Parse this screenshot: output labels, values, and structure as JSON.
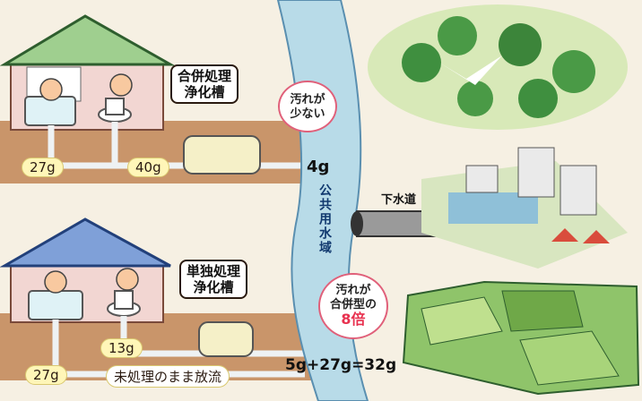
{
  "top_house": {
    "bath_value": "27g",
    "toilet_value": "40g",
    "tank_label_line1": "合併処理",
    "tank_label_line2": "浄化槽",
    "output_value": "4g"
  },
  "bottom_house": {
    "toilet_value": "13g",
    "bath_value": "27g",
    "tank_label_line1": "単独処理",
    "tank_label_line2": "浄化槽",
    "untreated_label": "未処理のまま放流",
    "output_equation": "5g+27g=32g"
  },
  "river_label": "公共用水域",
  "sewer_label": "下水道",
  "bubble_top": {
    "line1": "汚れが",
    "line2": "少ない"
  },
  "bubble_bottom": {
    "line1": "汚れが",
    "line2": "合併型の",
    "line3": "8倍"
  },
  "colors": {
    "soil": "#c9956a",
    "river": "#b8dbe8",
    "house_wall": "#f2d6d2",
    "roof_top": "#9fcf8f",
    "roof_bottom": "#7fa0d8",
    "pipe": "#eef2f4",
    "pill": "#fff6b8",
    "highlight": "#e8304e"
  }
}
